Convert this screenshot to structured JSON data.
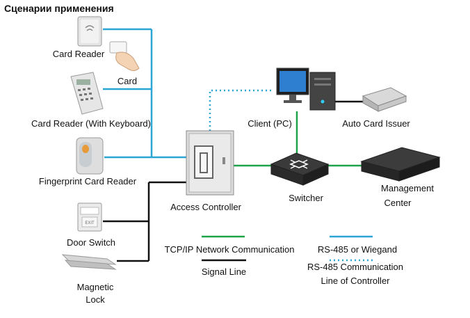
{
  "title": "Сценарии применения",
  "devices": {
    "card_reader": "Card Reader",
    "card": "Card",
    "card_reader_keyboard": "Card Reader (With Keyboard)",
    "fingerprint_reader": "Fingerprint Card Reader",
    "door_switch": "Door Switch",
    "magnetic_lock_line1": "Magnetic",
    "magnetic_lock_line2": "Lock",
    "access_controller": "Access Controller",
    "client_pc": "Client (PC)",
    "auto_card_issuer": "Auto Card Issuer",
    "switcher": "Switcher",
    "management_center_line1": "Management",
    "management_center_line2": "Center"
  },
  "legend": {
    "tcp_ip": "TCP/IP Network Communication",
    "rs485_wiegand": "RS-485 or Wiegand",
    "signal_line": "Signal Line",
    "rs485_controller_line1": "RS-485 Communication",
    "rs485_controller_line2": "Line of Controller"
  },
  "colors": {
    "tcp_ip": "#1fa34a",
    "rs485_wiegand": "#2aa5d6",
    "signal": "#111111",
    "rs485_controller": "#2aa5d6"
  }
}
